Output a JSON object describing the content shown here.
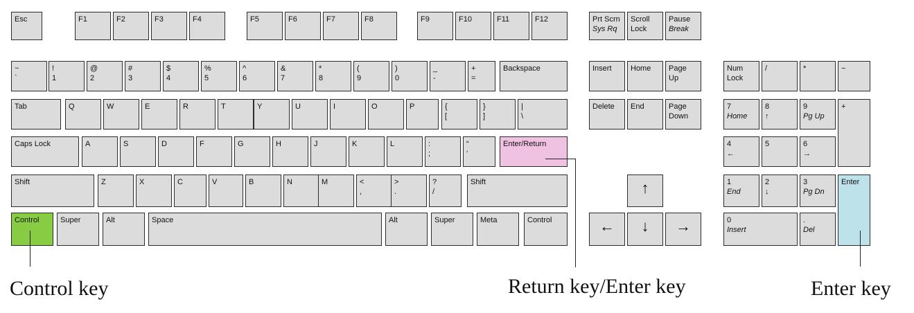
{
  "colors": {
    "key_fill": "#dcdcdc",
    "control_highlight": "#88cc44",
    "return_highlight": "#f0c2e2",
    "enter_highlight": "#bde2ea"
  },
  "keys": [
    {
      "id": "esc",
      "l1": "Esc"
    },
    {
      "id": "f1",
      "l1": "F1"
    },
    {
      "id": "f2",
      "l1": "F2"
    },
    {
      "id": "f3",
      "l1": "F3"
    },
    {
      "id": "f4",
      "l1": "F4"
    },
    {
      "id": "f5",
      "l1": "F5"
    },
    {
      "id": "f6",
      "l1": "F6"
    },
    {
      "id": "f7",
      "l1": "F7"
    },
    {
      "id": "f8",
      "l1": "F8"
    },
    {
      "id": "f9",
      "l1": "F9"
    },
    {
      "id": "f10",
      "l1": "F10"
    },
    {
      "id": "f11",
      "l1": "F11"
    },
    {
      "id": "f12",
      "l1": "F12"
    },
    {
      "id": "prtscrn",
      "l1": "Prt Scrn",
      "l2": "Sys Rq",
      "l2i": true
    },
    {
      "id": "scroll",
      "l1": "Scroll",
      "l2": "Lock"
    },
    {
      "id": "pause",
      "l1": "Pause",
      "l2": "Break",
      "l2i": true
    },
    {
      "id": "tilde",
      "l1": "~",
      "l2": "`"
    },
    {
      "id": "k1",
      "l1": "!",
      "l2": "1"
    },
    {
      "id": "k2",
      "l1": "@",
      "l2": "2"
    },
    {
      "id": "k3",
      "l1": "#",
      "l2": "3"
    },
    {
      "id": "k4",
      "l1": "$",
      "l2": "4"
    },
    {
      "id": "k5",
      "l1": "%",
      "l2": "5"
    },
    {
      "id": "k6",
      "l1": "^",
      "l2": "6"
    },
    {
      "id": "k7",
      "l1": "&",
      "l2": "7"
    },
    {
      "id": "k8",
      "l1": "*",
      "l2": "8"
    },
    {
      "id": "k9",
      "l1": "(",
      "l2": "9"
    },
    {
      "id": "k0",
      "l1": ")",
      "l2": "0"
    },
    {
      "id": "minus",
      "l1": "_",
      "l2": "-"
    },
    {
      "id": "equal",
      "l1": "+",
      "l2": "="
    },
    {
      "id": "backspace",
      "l1": "Backspace"
    },
    {
      "id": "insert",
      "l1": "Insert"
    },
    {
      "id": "home",
      "l1": "Home"
    },
    {
      "id": "pageup",
      "l1": "Page",
      "l2": "Up"
    },
    {
      "id": "numlock",
      "l1": "Num",
      "l2": "Lock"
    },
    {
      "id": "npdiv",
      "l1": "/"
    },
    {
      "id": "npmul",
      "l1": "*"
    },
    {
      "id": "npminus",
      "l1": "−"
    },
    {
      "id": "tab",
      "l1": "Tab"
    },
    {
      "id": "q",
      "l1": "Q"
    },
    {
      "id": "w",
      "l1": "W"
    },
    {
      "id": "e",
      "l1": "E"
    },
    {
      "id": "r",
      "l1": "R"
    },
    {
      "id": "t",
      "l1": "T"
    },
    {
      "id": "y",
      "l1": "Y"
    },
    {
      "id": "u",
      "l1": "U"
    },
    {
      "id": "i",
      "l1": "I"
    },
    {
      "id": "o",
      "l1": "O"
    },
    {
      "id": "p",
      "l1": "P"
    },
    {
      "id": "lbrace",
      "l1": "{",
      "l2": "["
    },
    {
      "id": "rbrace",
      "l1": "}",
      "l2": "]"
    },
    {
      "id": "pipe",
      "l1": "|",
      "l2": "\\"
    },
    {
      "id": "delete",
      "l1": "Delete"
    },
    {
      "id": "end",
      "l1": "End"
    },
    {
      "id": "pagedown",
      "l1": "Page",
      "l2": "Down"
    },
    {
      "id": "np7",
      "l1": "7",
      "l2": "Home",
      "l2i": true
    },
    {
      "id": "np8",
      "l1": "8",
      "l2": "↑"
    },
    {
      "id": "np9",
      "l1": "9",
      "l2": "Pg Up",
      "l2i": true
    },
    {
      "id": "npplus",
      "l1": "+"
    },
    {
      "id": "capslock",
      "l1": "Caps Lock"
    },
    {
      "id": "a",
      "l1": "A"
    },
    {
      "id": "s",
      "l1": "S"
    },
    {
      "id": "d",
      "l1": "D"
    },
    {
      "id": "f",
      "l1": "F"
    },
    {
      "id": "g",
      "l1": "G"
    },
    {
      "id": "h",
      "l1": "H"
    },
    {
      "id": "j",
      "l1": "J"
    },
    {
      "id": "k",
      "l1": "K"
    },
    {
      "id": "l",
      "l1": "L"
    },
    {
      "id": "semicolon",
      "l1": ":",
      "l2": ";"
    },
    {
      "id": "quote",
      "l1": "“",
      "l2": "‘"
    },
    {
      "id": "enterreturn",
      "l1": "Enter/Return"
    },
    {
      "id": "np4",
      "l1": "4",
      "l2": "←"
    },
    {
      "id": "np5",
      "l1": "5"
    },
    {
      "id": "np6",
      "l1": "6",
      "l2": "→"
    },
    {
      "id": "lshift",
      "l1": "Shift"
    },
    {
      "id": "z",
      "l1": "Z"
    },
    {
      "id": "x",
      "l1": "X"
    },
    {
      "id": "c",
      "l1": "C"
    },
    {
      "id": "v",
      "l1": "V"
    },
    {
      "id": "b",
      "l1": "B"
    },
    {
      "id": "n",
      "l1": "N"
    },
    {
      "id": "m",
      "l1": "M"
    },
    {
      "id": "comma",
      "l1": "<",
      "l2": ","
    },
    {
      "id": "period",
      "l1": ">",
      "l2": "."
    },
    {
      "id": "slash",
      "l1": "?",
      "l2": "/"
    },
    {
      "id": "rshift",
      "l1": "Shift"
    },
    {
      "id": "arrowup",
      "ar": "↑"
    },
    {
      "id": "np1",
      "l1": "1",
      "l2": "End",
      "l2i": true
    },
    {
      "id": "np2",
      "l1": "2",
      "l2": "↓"
    },
    {
      "id": "np3",
      "l1": "3",
      "l2": "Pg Dn",
      "l2i": true
    },
    {
      "id": "npenter",
      "l1": "Enter"
    },
    {
      "id": "lcontrol",
      "l1": "Control"
    },
    {
      "id": "lsuper",
      "l1": "Super"
    },
    {
      "id": "lalt",
      "l1": "Alt"
    },
    {
      "id": "space",
      "l1": "Space"
    },
    {
      "id": "ralt",
      "l1": "Alt"
    },
    {
      "id": "rsuper",
      "l1": "Super"
    },
    {
      "id": "meta",
      "l1": "Meta"
    },
    {
      "id": "rcontrol",
      "l1": "Control"
    },
    {
      "id": "arrowleft",
      "ar": "←"
    },
    {
      "id": "arrowdown",
      "ar": "↓"
    },
    {
      "id": "arrowright",
      "ar": "→"
    },
    {
      "id": "np0",
      "l1": "0",
      "l2": "Insert",
      "l2i": true
    },
    {
      "id": "npdel",
      "l1": ".",
      "l2": "Del",
      "l2i": true
    }
  ],
  "callouts": {
    "control": "Control key",
    "return": "Return key/Enter key",
    "enter": "Enter key"
  }
}
